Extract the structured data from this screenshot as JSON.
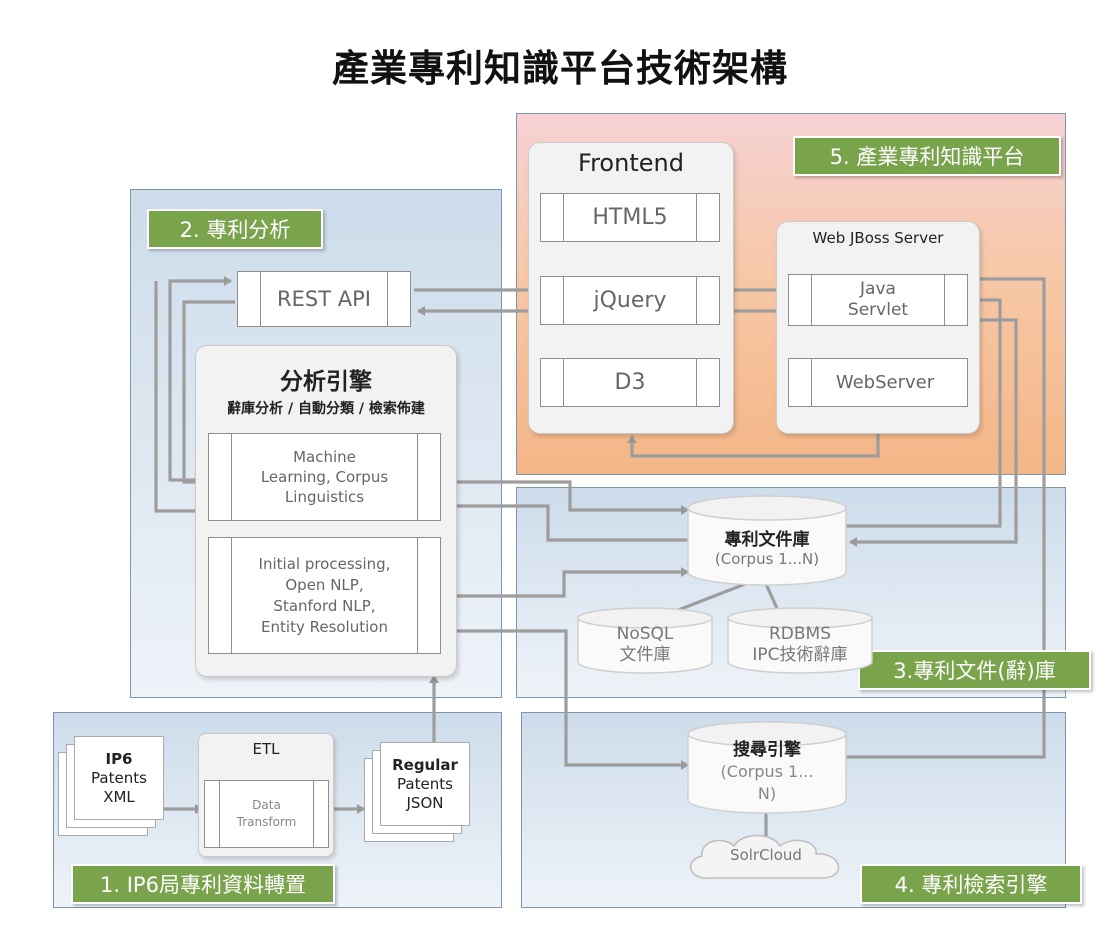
{
  "title": "產業專利知識平台技術架構",
  "sections": {
    "s1": "1. IP6局專利資料轉置",
    "s2": "2. 專利分析",
    "s3": "3.專利文件(辭)庫",
    "s4": "4. 專利檢索引擎",
    "s5": "5. 產業專利知識平台"
  },
  "frontend": {
    "title": "Frontend",
    "html5": "HTML5",
    "jquery": "jQuery",
    "d3": "D3"
  },
  "server": {
    "title": "Web JBoss Server",
    "servlet_line1": "Java",
    "servlet_line2": "Servlet",
    "webserver": "WebServer"
  },
  "rest_api": "REST API",
  "engine": {
    "title": "分析引擎",
    "subtitle": "辭庫分析 / 自動分類 / 檢索佈建",
    "ml": [
      "Machine",
      "Learning, Corpus",
      "Linguistics"
    ],
    "nlp": [
      "Initial processing,",
      "Open NLP,",
      "Stanford NLP,",
      "Entity Resolution"
    ]
  },
  "corpus": {
    "title": "專利文件庫",
    "subtitle": "(Corpus 1...N)"
  },
  "nosql": [
    "NoSQL",
    "文件庫"
  ],
  "rdbms": [
    "RDBMS",
    "IPC技術辭庫"
  ],
  "search": {
    "title": "搜尋引擎",
    "sub1": "(Corpus 1...",
    "sub2": "N)"
  },
  "solr": "SolrCloud",
  "ip6": [
    "IP6",
    "Patents",
    "XML"
  ],
  "etl": {
    "title": "ETL",
    "line1": "Data",
    "line2": "Transform"
  },
  "regular": [
    "Regular",
    "Patents",
    "JSON"
  ]
}
